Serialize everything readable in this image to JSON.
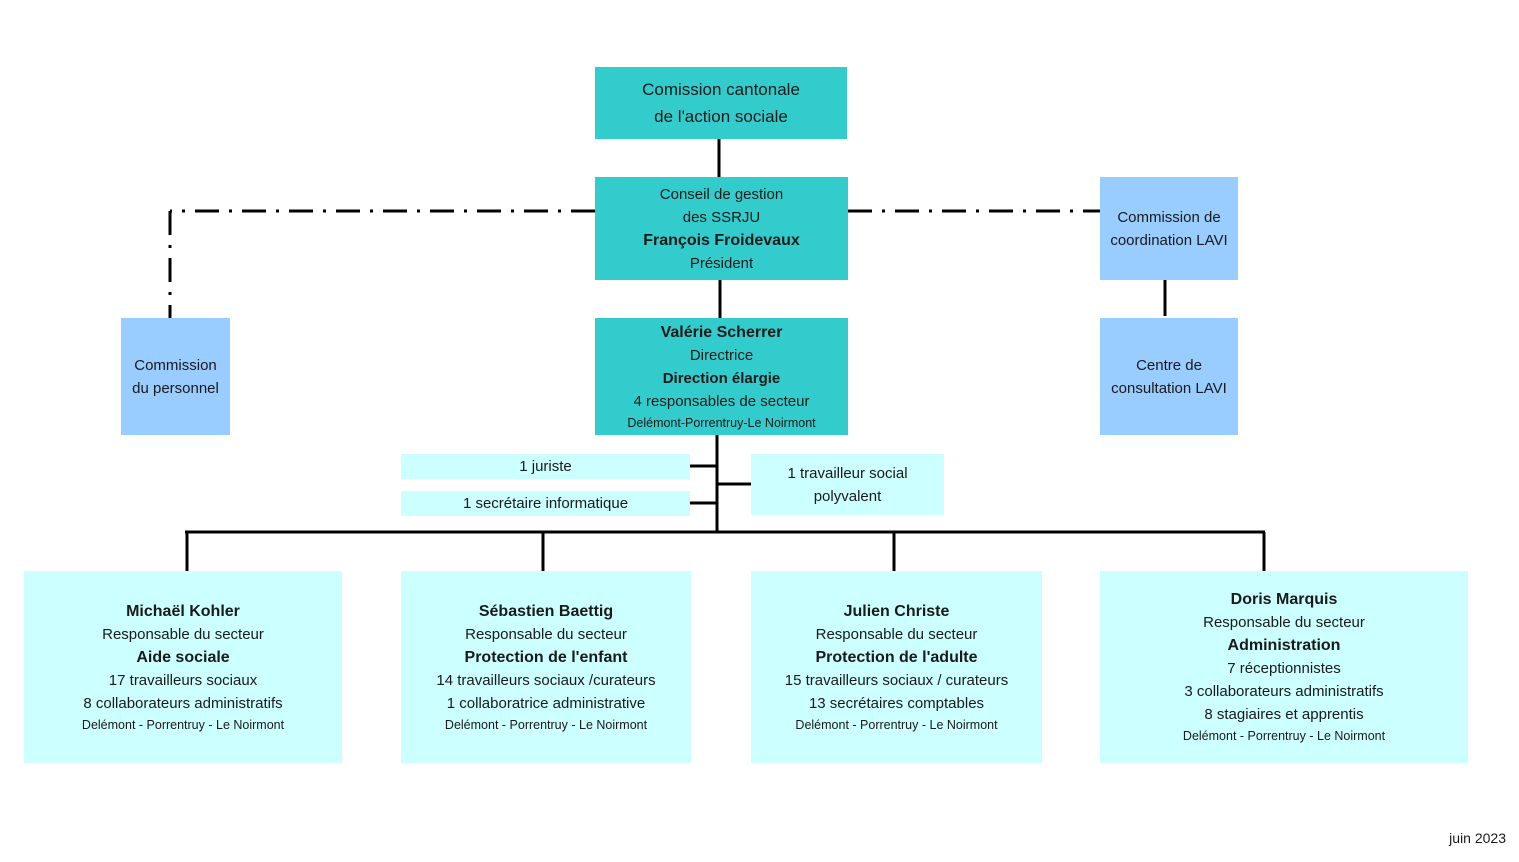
{
  "top": {
    "line1": "Comission cantonale",
    "line2": "de l'action sociale"
  },
  "conseil": {
    "line1": "Conseil de gestion",
    "line2": "des SSRJU",
    "name": "François Froidevaux",
    "role": "Président"
  },
  "commission_lavi": {
    "line1": "Commission de",
    "line2": "coordination LAVI"
  },
  "centre_lavi": {
    "line1": "Centre de",
    "line2": "consultation LAVI"
  },
  "commission_personnel": {
    "line1": "Commission",
    "line2": "du personnel"
  },
  "direction": {
    "name": "Valérie Scherrer",
    "role": "Directrice",
    "group": "Direction élargie",
    "detail": "4 responsables de secteur",
    "places": "Delémont-Porrentruy-Le Noirmont"
  },
  "staff": {
    "juriste": "1 juriste",
    "secretaire": "1 secrétaire informatique",
    "travailleur_l1": "1 travailleur social",
    "travailleur_l2": "polyvalent"
  },
  "sectors": [
    {
      "name": "Michaël Kohler",
      "role": "Responsable du secteur",
      "sector": "Aide sociale",
      "lines": [
        "17  travailleurs sociaux",
        "8 collaborateurs administratifs"
      ],
      "places": "Delémont - Porrentruy - Le Noirmont"
    },
    {
      "name": "Sébastien Baettig",
      "role": "Responsable du secteur",
      "sector": "Protection de l'enfant",
      "lines": [
        "14 travailleurs sociaux /curateurs",
        "1 collaboratrice administrative"
      ],
      "places": "Delémont - Porrentruy - Le Noirmont"
    },
    {
      "name": "Julien Christe",
      "role": "Responsable du secteur",
      "sector": "Protection de l'adulte",
      "lines": [
        "15 travailleurs sociaux / curateurs",
        "13  secrétaires comptables"
      ],
      "places": "Delémont - Porrentruy - Le Noirmont"
    },
    {
      "name": "Doris Marquis",
      "role": "Responsable du secteur",
      "sector": "Administration",
      "lines": [
        "7 réceptionnistes",
        "3 collaborateurs administratifs",
        "8 stagiaires et apprentis"
      ],
      "places": "Delémont - Porrentruy - Le Noirmont"
    }
  ],
  "footer": "juin 2023",
  "colors": {
    "teal": "#33cccc",
    "blue": "#99ccff",
    "light": "#ccffff",
    "line": "#000000"
  }
}
